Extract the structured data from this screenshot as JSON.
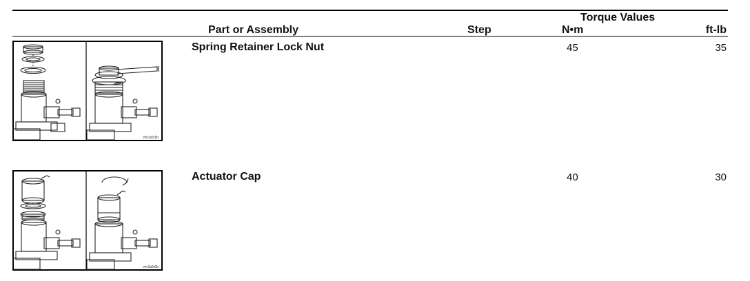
{
  "header": {
    "torque_values": "Torque Values",
    "part_or_assembly": "Part or Assembly",
    "step": "Step",
    "nm": "N•m",
    "ftlb": "ft-lb"
  },
  "rows": [
    {
      "part": "Spring Retainer Lock Nut",
      "step": "",
      "nm": "45",
      "ftlb": "35",
      "image_code": "mv1s5r1b"
    },
    {
      "part": "Actuator Cap",
      "step": "",
      "nm": "40",
      "ftlb": "30",
      "image_code": "mv1s5r0b"
    }
  ]
}
